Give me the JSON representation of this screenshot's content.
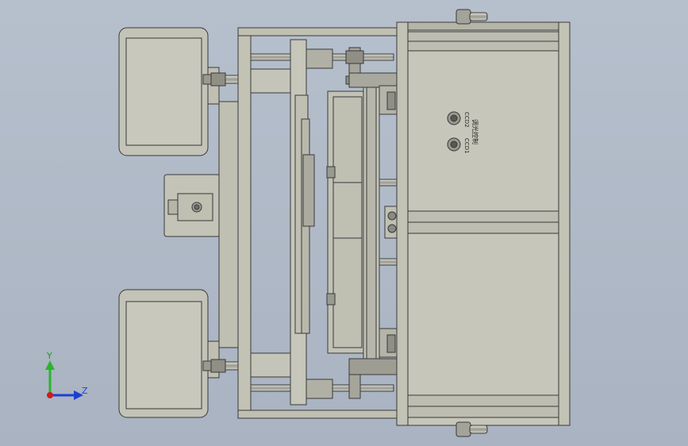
{
  "viewport": {
    "background": "#aeb8c6",
    "part_fill": "#bfbfb2",
    "part_stroke": "#3a3a3a",
    "triad": {
      "y_label": "Y",
      "z_label": "Z",
      "y_color": "#2bb52b",
      "z_color": "#1f3fd0",
      "origin_color": "#d11b1b"
    }
  },
  "cabinet": {
    "button_top_label": "CCD2",
    "button_bottom_label": "CCD1",
    "panel_text": "调光控制"
  }
}
